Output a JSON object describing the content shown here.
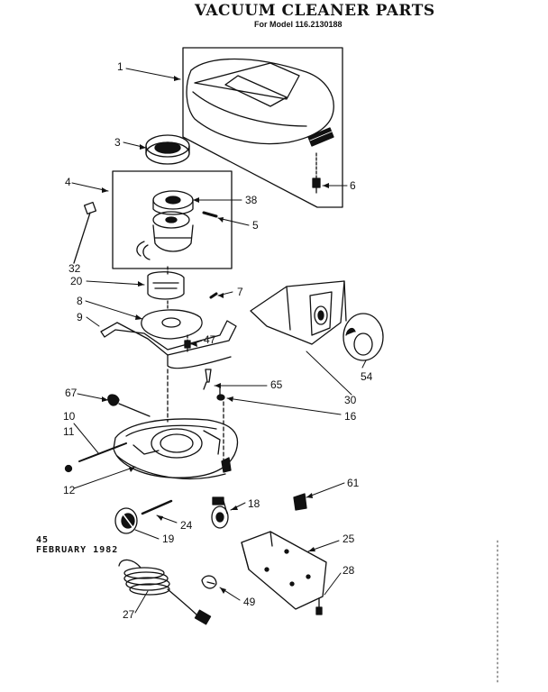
{
  "header": {
    "title": "VACUUM CLEANER PARTS",
    "model_line": "For Model 116.2130188"
  },
  "footer": {
    "code": "45",
    "date": "FEBRUARY 1982"
  },
  "parts": [
    {
      "id": "p1",
      "label": "1"
    },
    {
      "id": "p3",
      "label": "3"
    },
    {
      "id": "p6",
      "label": "6"
    },
    {
      "id": "p4",
      "label": "4"
    },
    {
      "id": "p38",
      "label": "38"
    },
    {
      "id": "p5",
      "label": "5"
    },
    {
      "id": "p32",
      "label": "32"
    },
    {
      "id": "p20",
      "label": "20"
    },
    {
      "id": "p7",
      "label": "7"
    },
    {
      "id": "p8",
      "label": "8"
    },
    {
      "id": "p9",
      "label": "9"
    },
    {
      "id": "p47",
      "label": "47"
    },
    {
      "id": "p54",
      "label": "54"
    },
    {
      "id": "p30",
      "label": "30"
    },
    {
      "id": "p65",
      "label": "65"
    },
    {
      "id": "p16",
      "label": "16"
    },
    {
      "id": "p67",
      "label": "67"
    },
    {
      "id": "p10",
      "label": "10"
    },
    {
      "id": "p11",
      "label": "11"
    },
    {
      "id": "p61",
      "label": "61"
    },
    {
      "id": "p12",
      "label": "12"
    },
    {
      "id": "p18",
      "label": "18"
    },
    {
      "id": "p24",
      "label": "24"
    },
    {
      "id": "p19",
      "label": "19"
    },
    {
      "id": "p25",
      "label": "25"
    },
    {
      "id": "p28",
      "label": "28"
    },
    {
      "id": "p49",
      "label": "49"
    },
    {
      "id": "p27",
      "label": "27"
    }
  ]
}
